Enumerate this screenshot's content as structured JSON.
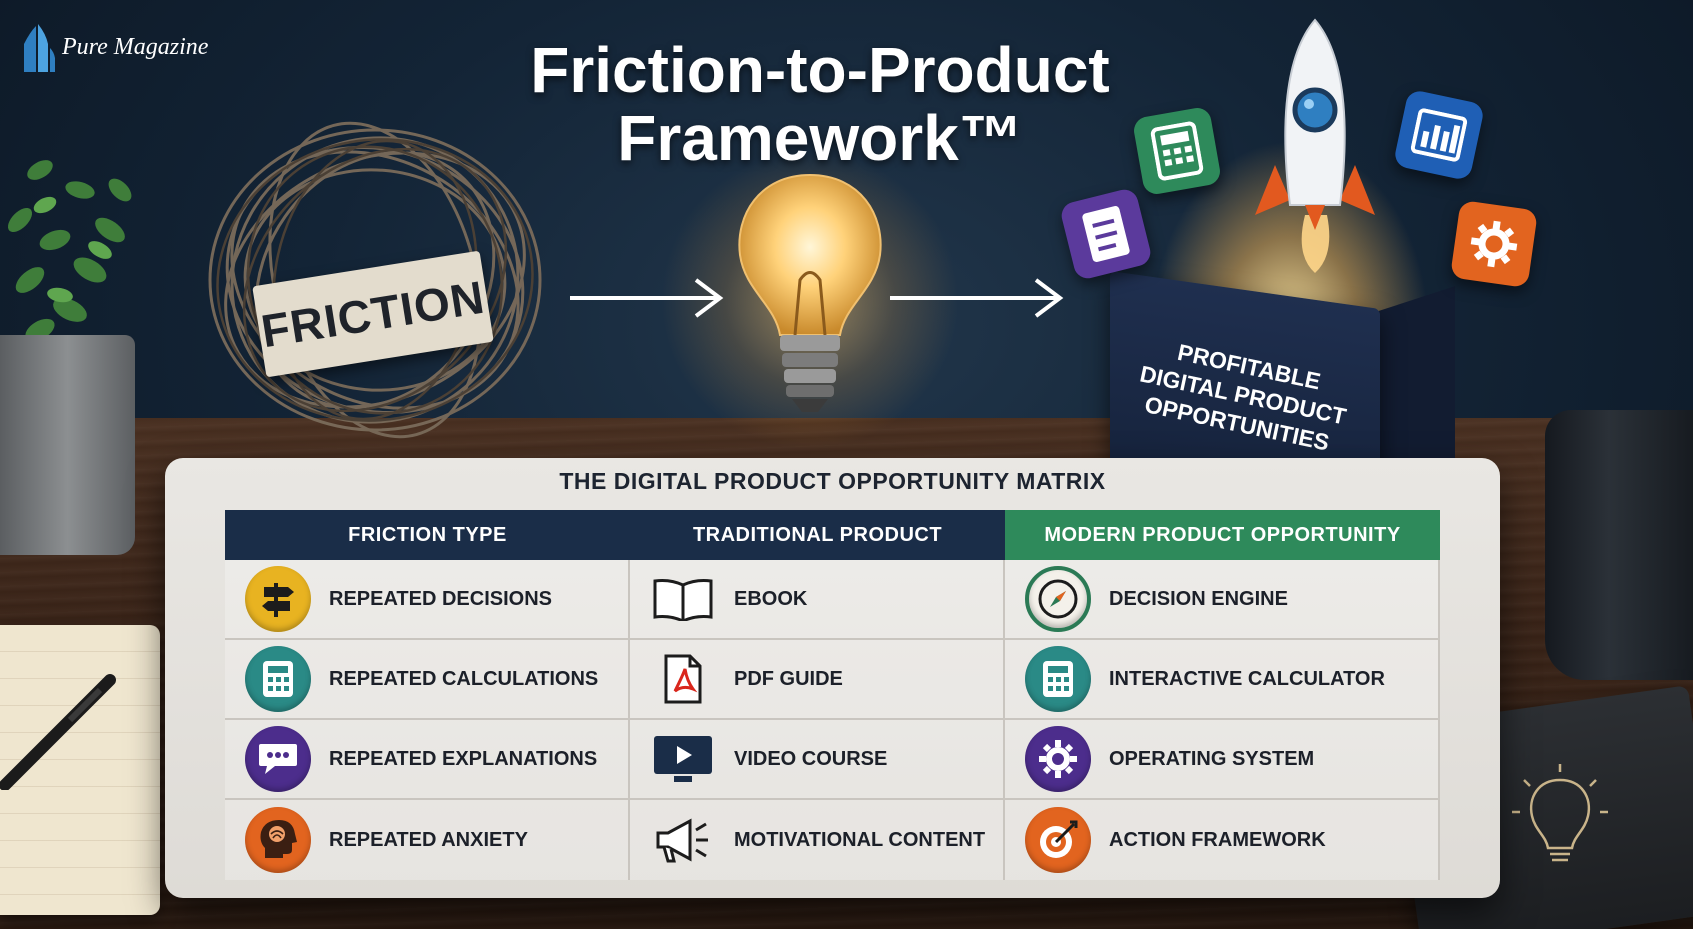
{
  "brand": {
    "name": "Pure Magazine"
  },
  "title": {
    "line1": "Friction-to-Product",
    "line2": "Framework™"
  },
  "scene": {
    "friction_label": "FRICTION",
    "box_label": [
      "PROFITABLE",
      "DIGITAL PRODUCT",
      "OPPORTUNITIES"
    ]
  },
  "matrix": {
    "title": "THE DIGITAL PRODUCT OPPORTUNITY MATRIX",
    "headers": [
      "FRICTION TYPE",
      "TRADITIONAL PRODUCT",
      "MODERN PRODUCT OPPORTUNITY"
    ],
    "rows": [
      {
        "friction": "REPEATED DECISIONS",
        "friction_icon": "signpost-icon",
        "traditional": "EBOOK",
        "traditional_icon": "open-book-icon",
        "modern": "DECISION ENGINE",
        "modern_icon": "compass-icon"
      },
      {
        "friction": "REPEATED CALCULATIONS",
        "friction_icon": "calculator-icon",
        "traditional": "PDF GUIDE",
        "traditional_icon": "pdf-file-icon",
        "modern": "INTERACTIVE CALCULATOR",
        "modern_icon": "calculator-icon"
      },
      {
        "friction": "REPEATED EXPLANATIONS",
        "friction_icon": "speech-bubble-icon",
        "traditional": "VIDEO COURSE",
        "traditional_icon": "video-monitor-icon",
        "modern": "OPERATING SYSTEM",
        "modern_icon": "gear-icon"
      },
      {
        "friction": "REPEATED ANXIETY",
        "friction_icon": "head-brain-icon",
        "traditional": "MOTIVATIONAL CONTENT",
        "traditional_icon": "megaphone-icon",
        "modern": "ACTION FRAMEWORK",
        "modern_icon": "target-icon"
      }
    ]
  },
  "colors": {
    "header_navy": "#1a2d48",
    "header_green": "#2e8a5b",
    "icon_yellow": "#e8b321",
    "icon_teal": "#2a8a86",
    "icon_purple": "#4c2d8c",
    "icon_orange": "#e2641f",
    "icon_green": "#2b7a55"
  }
}
